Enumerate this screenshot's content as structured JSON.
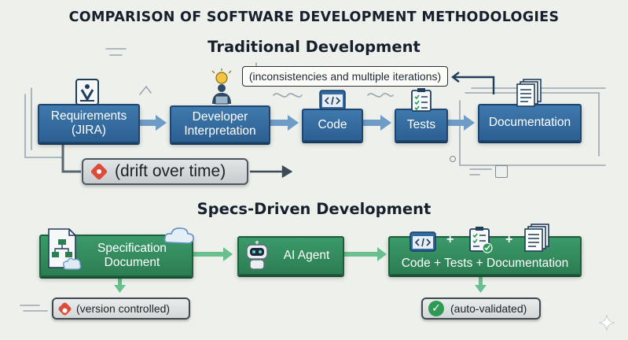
{
  "title": "COMPARISON OF SOFTWARE DEVELOPMENT METHODOLOGIES",
  "traditional": {
    "heading": "Traditional Development",
    "note": "(inconsistencies and multiple iterations)",
    "drift": "(drift over time)",
    "steps": [
      {
        "line1": "Requirements",
        "line2": "(JIRA)",
        "icon": "jira-icon"
      },
      {
        "line1": "Developer",
        "line2": "Interpretation",
        "icon": "developer-icon"
      },
      {
        "line1": "Code",
        "line2": "",
        "icon": "code-icon"
      },
      {
        "line1": "Tests",
        "line2": "",
        "icon": "checklist-icon"
      },
      {
        "line1": "Documentation",
        "line2": "",
        "icon": "documents-icon"
      }
    ]
  },
  "specs": {
    "heading": "Specs-Driven Development",
    "steps": [
      {
        "line1": "Specification",
        "line2": "Document",
        "icon": "spec-document-icon"
      },
      {
        "line1": "AI Agent",
        "icon": "robot-icon"
      },
      {
        "line1": "Code + Tests + Documentation",
        "icon": "bundle-icon"
      }
    ],
    "plus": "+",
    "version_note": "(version controlled)",
    "validated_note": "(auto-validated)"
  },
  "colors": {
    "background": "#eef0ec",
    "traditional_box": "#336a9e",
    "specs_box": "#32895c",
    "arrow_blue": "#6e9cc7",
    "arrow_green": "#69bf8e"
  }
}
